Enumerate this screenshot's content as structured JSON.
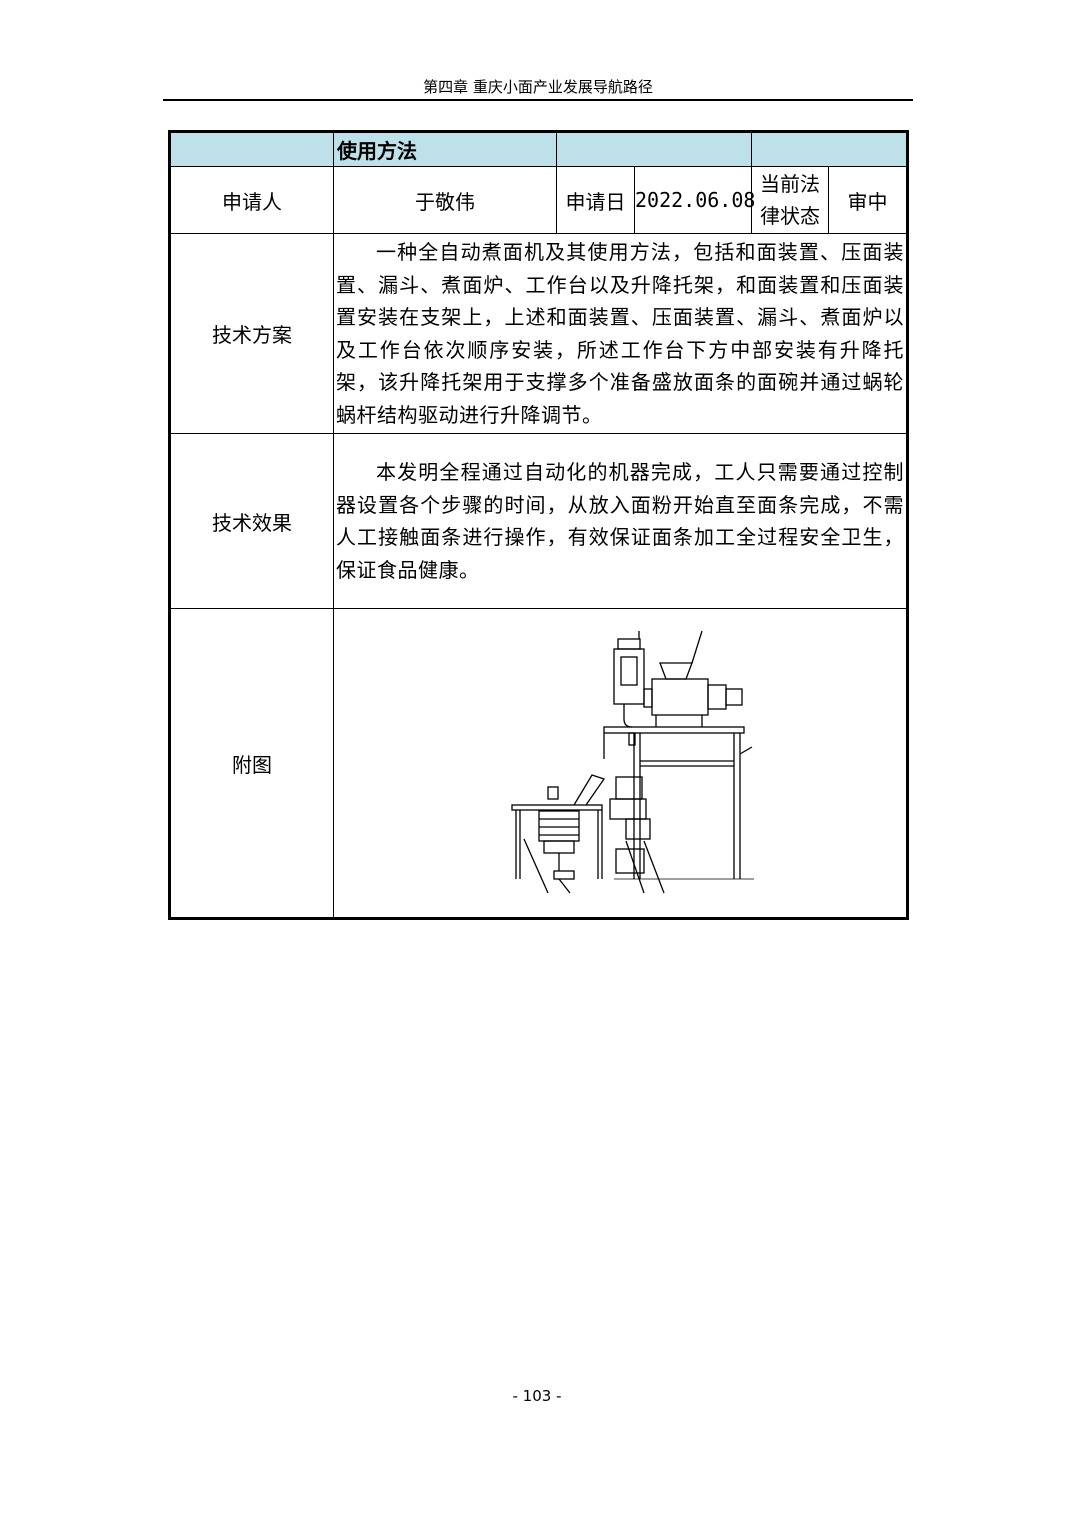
{
  "header": {
    "chapter_title": "第四章  重庆小面产业发展导航路径"
  },
  "table": {
    "title": "使用方法",
    "applicant_label": "申请人",
    "applicant_value": "于敬伟",
    "apply_date_label": "申请日",
    "apply_date_value": "2022.06.08",
    "legal_status_label_line1": "当前法",
    "legal_status_label_line2": "律状态",
    "legal_status_value": "审中",
    "tech_scheme_label": "技术方案",
    "tech_scheme_text": "一种全自动煮面机及其使用方法，包括和面装置、压面装置、漏斗、煮面炉、工作台以及升降托架，和面装置和压面装置安装在支架上，上述和面装置、压面装置、漏斗、煮面炉以及工作台依次顺序安装，所述工作台下方中部安装有升降托架，该升降托架用于支撑多个准备盛放面条的面碗并通过蜗轮蜗杆结构驱动进行升降调节。",
    "tech_effect_label": "技术效果",
    "tech_effect_text": "本发明全程通过自动化的机器完成，工人只需要通过控制器设置各个步骤的时间，从放入面粉开始直至面条完成，不需人工接触面条进行操作，有效保证面条加工全过程安全卫生，保证食品健康。",
    "figure_label": "附图"
  },
  "footer": {
    "page_number": "- 103 -"
  }
}
